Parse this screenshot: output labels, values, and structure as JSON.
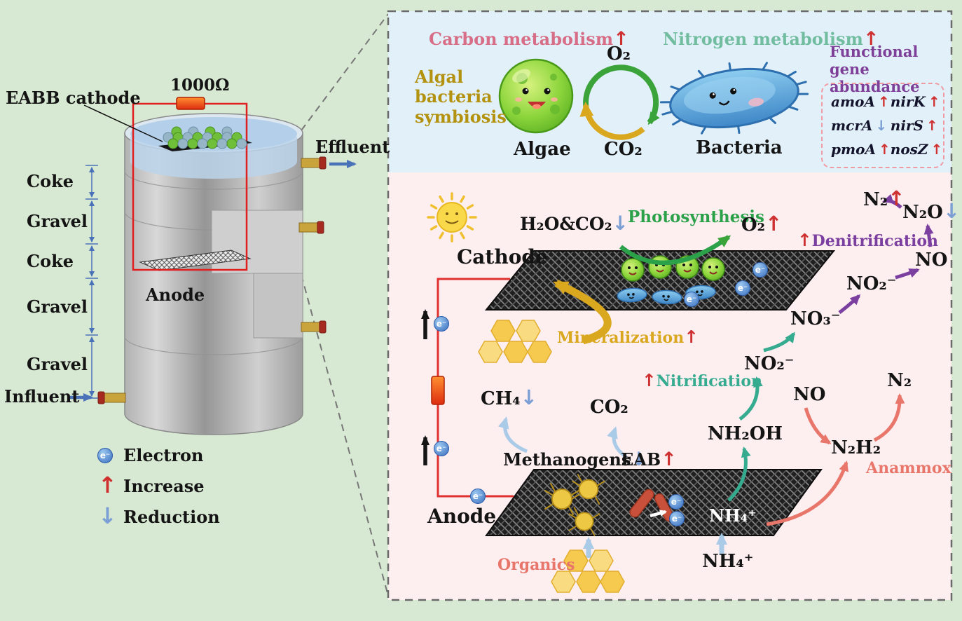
{
  "misc": {
    "up": "↑",
    "down": "↓",
    "electron_symbol": "e⁻"
  },
  "colors": {
    "page_bg": "#d7e9d2",
    "panel_top_bg": "#e2f0f9",
    "panel_bottom_bg": "#fdeef0",
    "increase": "#cf3030",
    "reduction": "#7b9fd4",
    "wire": "#e02020",
    "electron": "#3a6fbf",
    "carbon_metabolism": "#d76d86",
    "nitrogen_metabolism": "#72bda0",
    "symbiosis": "#b3920f",
    "functional_gene": "#7d3f98",
    "photosynthesis": "#2ba14a",
    "mineralization": "#d9a81f",
    "nitrification": "#35ab8f",
    "denitrification": "#7b3fa0",
    "anammox": "#e8766a"
  },
  "reactor": {
    "eabb_cathode": "EABB cathode",
    "resistor": "1000Ω",
    "effluent": "Effluent",
    "influent": "Influent",
    "anode": "Anode",
    "layers": {
      "l1": "Coke",
      "l2": "Gravel",
      "l3": "Coke",
      "l4": "Gravel",
      "l5": "Gravel"
    }
  },
  "legend": {
    "electron": "Electron",
    "increase": "Increase",
    "reduction": "Reduction"
  },
  "symbiosis": {
    "carbon_metabolism": "Carbon metabolism",
    "nitrogen_metabolism": "Nitrogen metabolism",
    "algal_bacteria_symbiosis": "Algal bacteria symbiosis",
    "algae": "Algae",
    "bacteria": "Bacteria",
    "o2": "O₂",
    "co2": "CO₂",
    "functional_gene_abundance": "Functional gene abundance",
    "genes": [
      {
        "name": "amoA",
        "arrow": "↑"
      },
      {
        "name": "nirK",
        "arrow": "↑"
      },
      {
        "name": "mcrA",
        "arrow": "↓"
      },
      {
        "name": "nirS",
        "arrow": "↑"
      },
      {
        "name": "pmoA",
        "arrow": "↑"
      },
      {
        "name": "nosZ",
        "arrow": "↑"
      }
    ]
  },
  "pathways": {
    "cathode": "Cathode",
    "anode": "Anode",
    "h2o_co2": "H₂O&CO₂",
    "photosynthesis": "Photosynthesis",
    "o2": "O₂",
    "denitrification": "Denitrification",
    "mineralization": "Mineralization",
    "nitrification": "Nitrification",
    "anammox": "Anammox",
    "organics": "Organics",
    "methanogens": "Methanogens",
    "eab": "EAB",
    "ch4": "CH₄",
    "co2": "CO₂",
    "n2_top": "N₂",
    "n2o": "N₂O",
    "no_top": "NO",
    "no2_top": "NO₂⁻",
    "no3": "NO₃⁻",
    "nh2oh": "NH₂OH",
    "no2_bottom": "NO₂⁻",
    "no_bottom": "NO",
    "n2_bottom": "N₂",
    "n2h2": "N₂H₂",
    "nh4_on_anode": "NH₄⁺",
    "nh4_below": "NH₄⁺"
  }
}
